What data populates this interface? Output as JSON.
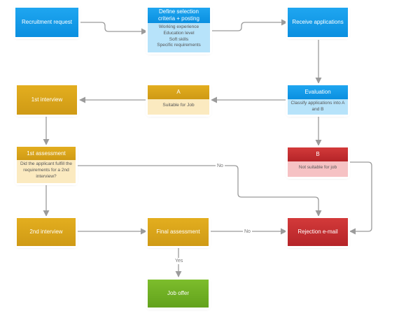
{
  "nodes": {
    "recruitment_request": {
      "title": "Recruitment request"
    },
    "define_criteria": {
      "title": "Define selection criteria + posting",
      "items": [
        "Working experience",
        "Education level",
        "Soft skills",
        "Specific requirements"
      ]
    },
    "receive_applications": {
      "title": "Receive applications"
    },
    "first_interview": {
      "title": "1st interview"
    },
    "category_a": {
      "title": "A",
      "body": "Suitable for Job"
    },
    "evaluation": {
      "title": "Evaluation",
      "body": "Classify applications into A and B"
    },
    "first_assessment": {
      "title": "1st assessment",
      "body": "Did the applicant fulfill the requirements for a 2nd interview?"
    },
    "category_b": {
      "title": "B",
      "body": "Not suitable for job"
    },
    "second_interview": {
      "title": "2nd interview"
    },
    "final_assessment": {
      "title": "Final assessment"
    },
    "rejection_email": {
      "title": "Rejection e-mail"
    },
    "job_offer": {
      "title": "Job offer"
    }
  },
  "edge_labels": {
    "assessment_no": "No",
    "final_no": "No",
    "final_yes": "Yes"
  },
  "colors": {
    "blue": "#0a8fe0",
    "gold": "#cf9a15",
    "red": "#b52428",
    "green": "#62a21c",
    "connector": "#9b9b9b"
  }
}
